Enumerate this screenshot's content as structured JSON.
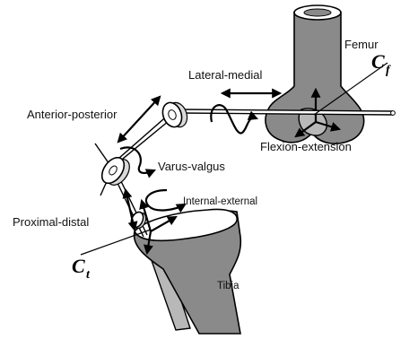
{
  "labels": {
    "femur": "Femur",
    "tibia": "Tibia",
    "lateral_medial": "Lateral-medial",
    "anterior_posterior": "Anterior-posterior",
    "varus_valgus": "Varus-valgus",
    "flexion_extension": "Flexion-extension",
    "internal_external": "Internal-external",
    "proximal_distal": "Proximal-distal"
  },
  "coordinate_systems": {
    "femoral": {
      "symbol": "C",
      "subscript": "f"
    },
    "tibial": {
      "symbol": "C",
      "subscript": "t"
    }
  }
}
